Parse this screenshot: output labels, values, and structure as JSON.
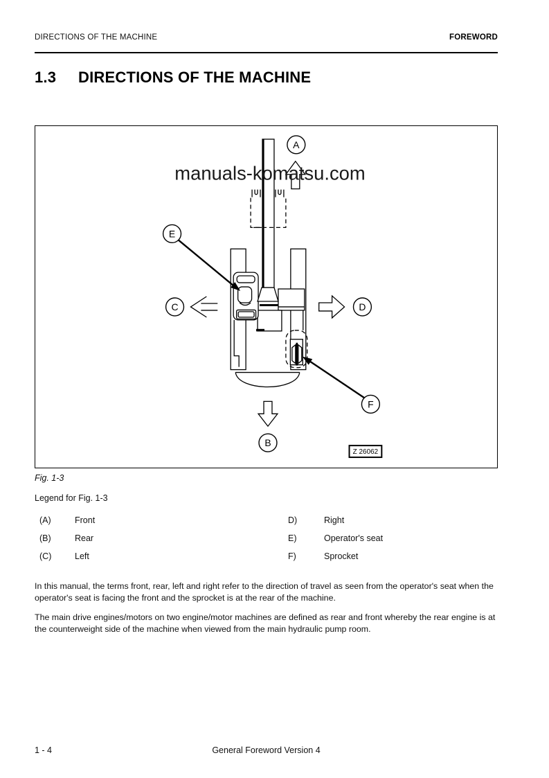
{
  "page": {
    "header": {
      "left": "DIRECTIONS OF THE MACHINE",
      "right": "FOREWORD"
    },
    "title": {
      "number": "1.3",
      "text": "DIRECTIONS OF THE MACHINE"
    },
    "figure": {
      "watermark": "manuals-komatsu.com",
      "drawing_code": "Z 26062",
      "caption": "Fig. 1-3",
      "callouts": {
        "a": "A",
        "b": "B",
        "c": "C",
        "d": "D",
        "e": "E",
        "f": "F"
      }
    },
    "legend": {
      "heading": "Legend for Fig. 1-3",
      "left_column": [
        {
          "label": "(A)",
          "text": "Front"
        },
        {
          "label": "(B)",
          "text": "Rear"
        },
        {
          "label": "(C)",
          "text": "Left"
        }
      ],
      "right_column": [
        {
          "label": "D)",
          "text": "Right"
        },
        {
          "label": "E)",
          "text": "Operator's seat"
        },
        {
          "label": "F)",
          "text": "Sprocket"
        }
      ]
    },
    "paragraphs": [
      "In this manual, the terms front, rear, left and right refer to the direction of travel as seen from the operator's seat when the operator's seat is facing the front and the sprocket is at the rear of the machine.",
      "The main drive engines/motors on two engine/motor machines are defined as rear and front whereby the rear engine is at the counterweight side of the machine when viewed from the main hydraulic pump room."
    ],
    "footer": {
      "page_number": "1 - 4",
      "center": "General Foreword Version 4"
    }
  }
}
